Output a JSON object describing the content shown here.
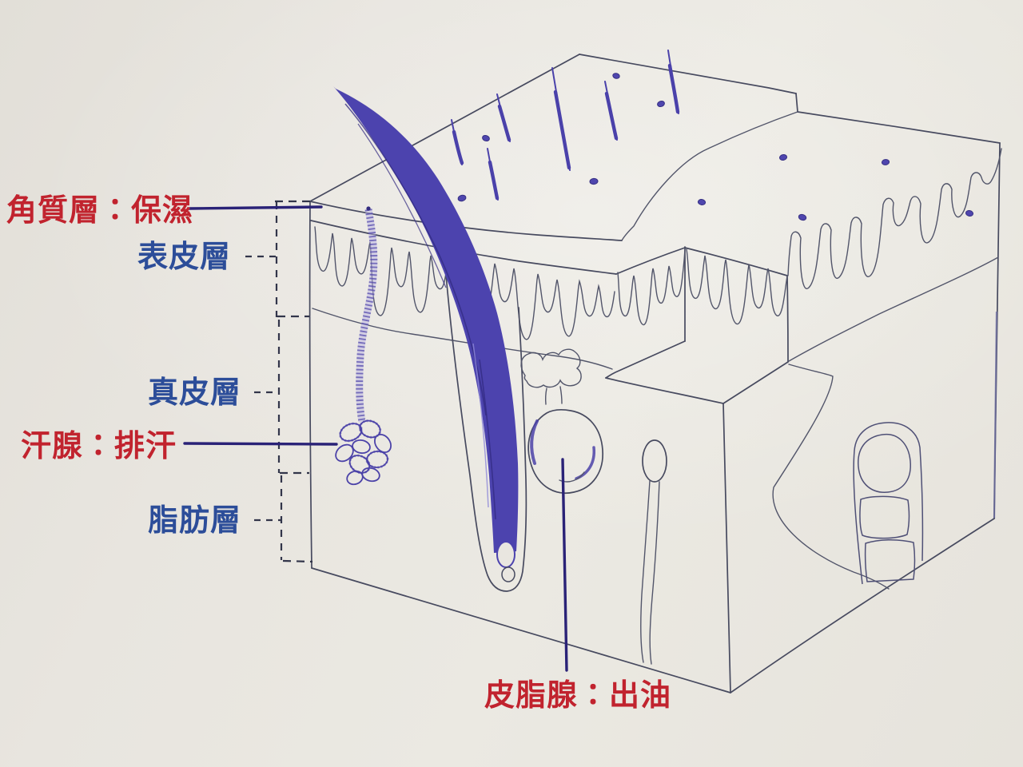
{
  "labels": {
    "stratum_corneum": {
      "text": "角質層：保濕",
      "color": "#c1232e"
    },
    "epidermis": {
      "text": "表皮層",
      "color": "#2c4d99"
    },
    "dermis": {
      "text": "真皮層",
      "color": "#2c4d99"
    },
    "sweat_gland": {
      "text": "汗腺：排汗",
      "color": "#c1232e"
    },
    "fat_layer": {
      "text": "脂肪層",
      "color": "#2c4d99"
    },
    "sebaceous_gland": {
      "text": "皮脂腺：出油",
      "color": "#c1232e"
    }
  },
  "colors": {
    "paper": "#e9e6e0",
    "pen_ink": "#474a5f",
    "ballpoint_blue": "#4a41aa",
    "pointer_navy": "#2a2277",
    "label_red": "#c1232e",
    "label_blue": "#2c4d99"
  }
}
